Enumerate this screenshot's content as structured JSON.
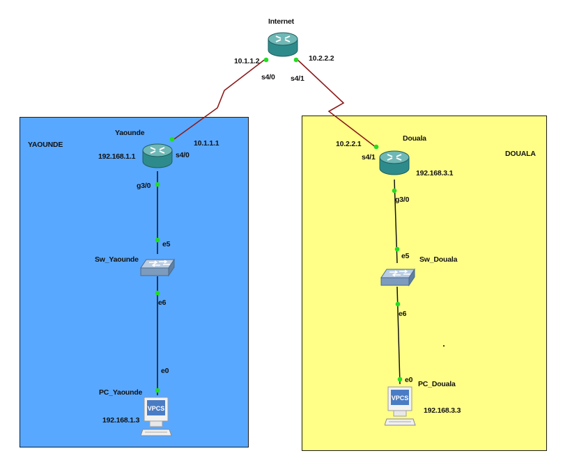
{
  "colors": {
    "zone_yaounde": "#59a8ff",
    "zone_douala": "#ffff88",
    "serial_link": "#8b1a1a",
    "ethernet_link": "#111111",
    "port_up": "#22dd22",
    "router_body": "#2e8b8b"
  },
  "zones": {
    "yaounde": {
      "label": "YAOUNDE"
    },
    "douala": {
      "label": "DOUALA"
    }
  },
  "devices": {
    "internet": {
      "name": "Internet",
      "icon": "router-icon"
    },
    "yaounde_router": {
      "name": "Yaounde",
      "icon": "router-icon",
      "ip": "192.168.1.1"
    },
    "douala_router": {
      "name": "Douala",
      "icon": "router-icon",
      "ip": "192.168.3.1"
    },
    "sw_yaounde": {
      "name": "Sw_Yaounde",
      "icon": "switch-icon"
    },
    "sw_douala": {
      "name": "Sw_Douala",
      "icon": "switch-icon"
    },
    "pc_yaounde": {
      "name": "PC_Yaounde",
      "icon": "vpcs-icon",
      "icon_text": "VPCS",
      "ip": "192.168.1.3"
    },
    "pc_douala": {
      "name": "PC_Douala",
      "icon": "vpcs-icon",
      "icon_text": "VPCS",
      "ip": "192.168.3.3"
    }
  },
  "links": {
    "internet_yaounde": {
      "type": "serial",
      "ports": {
        "internet": "s4/0",
        "yaounde": "s4/0"
      },
      "ips": {
        "internet": "10.1.1.2",
        "yaounde": "10.1.1.1"
      }
    },
    "internet_douala": {
      "type": "serial",
      "ports": {
        "internet": "s4/1",
        "douala": "s4/1"
      },
      "ips": {
        "internet": "10.2.2.2",
        "douala": "10.2.2.1"
      }
    },
    "yaounde_router_switch": {
      "type": "ethernet",
      "ports": {
        "router": "g3/0",
        "switch": "e5"
      }
    },
    "yaounde_switch_pc": {
      "type": "ethernet",
      "ports": {
        "switch": "e6",
        "pc": "e0"
      }
    },
    "douala_router_switch": {
      "type": "ethernet",
      "ports": {
        "router": "g3/0",
        "switch": "e5"
      }
    },
    "douala_switch_pc": {
      "type": "ethernet",
      "ports": {
        "switch": "e6",
        "pc": "e0"
      }
    }
  }
}
